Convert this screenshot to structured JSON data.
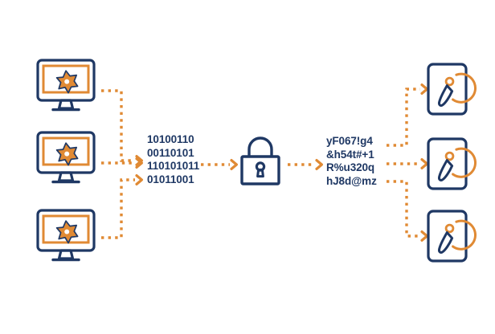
{
  "diagram": {
    "title": "Encryption data flow diagram",
    "colors": {
      "navy": "#1f3864",
      "orange": "#e08a34",
      "background": "#ffffff"
    },
    "sources": {
      "name": "client-monitors",
      "count": 3,
      "icon": "monitor-icon",
      "screen_icon": "star-icon",
      "items": [
        {
          "label": "monitor-top"
        },
        {
          "label": "monitor-middle"
        },
        {
          "label": "monitor-bottom"
        }
      ]
    },
    "plaintext": {
      "name": "binary-plaintext",
      "lines": [
        "10100110",
        "00110101",
        "110101011",
        "01011001"
      ],
      "text": "10100110\n00110101\n110101011\n01011001"
    },
    "lock": {
      "name": "padlock-icon",
      "label": "encryption-lock",
      "state": "closed"
    },
    "ciphertext": {
      "name": "encrypted-ciphertext",
      "lines": [
        "yF067!g4",
        "&h54t#+1",
        "R%u320q",
        "hJ8d@mz"
      ],
      "text": "yF067!g4\n&h54t#+1\nR%u320q\nhJ8d@mz"
    },
    "targets": {
      "name": "storage-drives",
      "count": 3,
      "icon": "hard-drive-icon",
      "items": [
        {
          "label": "hard-drive-top"
        },
        {
          "label": "hard-drive-middle"
        },
        {
          "label": "hard-drive-bottom"
        }
      ]
    },
    "connectors": {
      "style": "dotted",
      "color": "#e08a34",
      "arrowheads": 8
    }
  }
}
